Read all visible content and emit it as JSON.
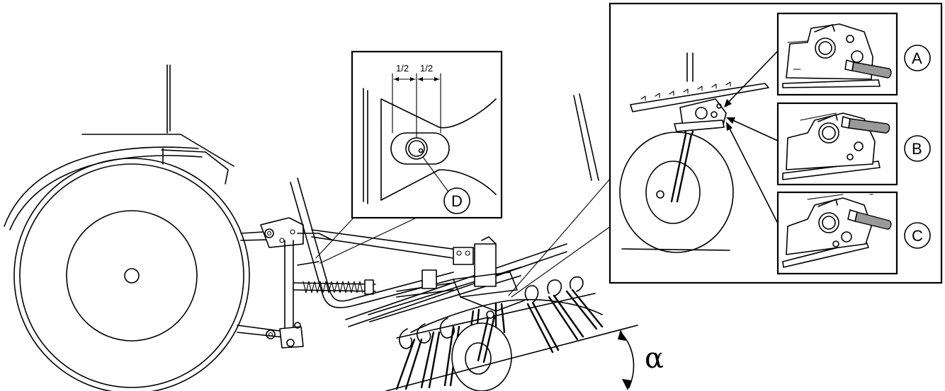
{
  "detail_d": {
    "dimension_left": "1/2",
    "dimension_right": "1/2",
    "callout": "D"
  },
  "detail_positions": {
    "options": [
      {
        "label": "A"
      },
      {
        "label": "B"
      },
      {
        "label": "C"
      }
    ]
  },
  "angle": {
    "symbol": "α"
  },
  "colors": {
    "line": "#000000",
    "background": "#ffffff",
    "handle": "#9a9a9a"
  }
}
